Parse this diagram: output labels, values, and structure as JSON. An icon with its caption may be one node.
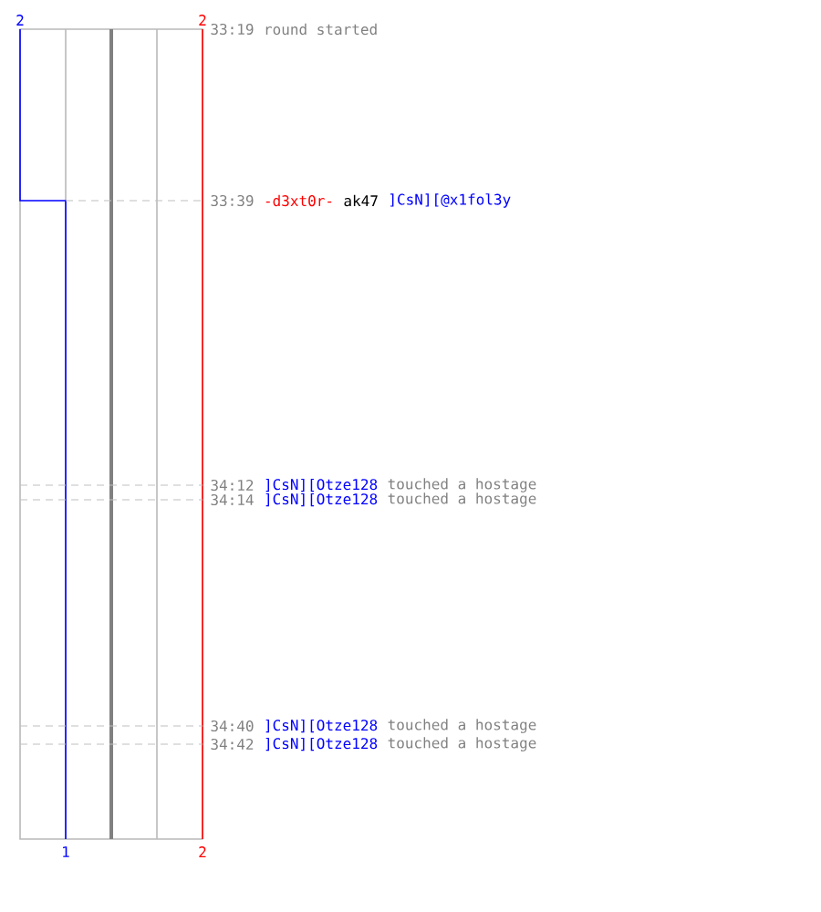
{
  "diagram": {
    "labels": [
      "2",
      "2",
      "33:19",
      "round started",
      "33:39",
      "-d3xt0r-",
      "ak47",
      "]CsN][@x1fol3y",
      "34:12",
      "]CsN][Otze128",
      "touched a hostage",
      "34:14",
      "]CsN][Otze128",
      "touched a hostage",
      "34:40",
      "]CsN][Otze128",
      "touched a hostage",
      "34:42",
      "]CsN][Otze128",
      "touched a hostage",
      "1",
      "2"
    ]
  }
}
